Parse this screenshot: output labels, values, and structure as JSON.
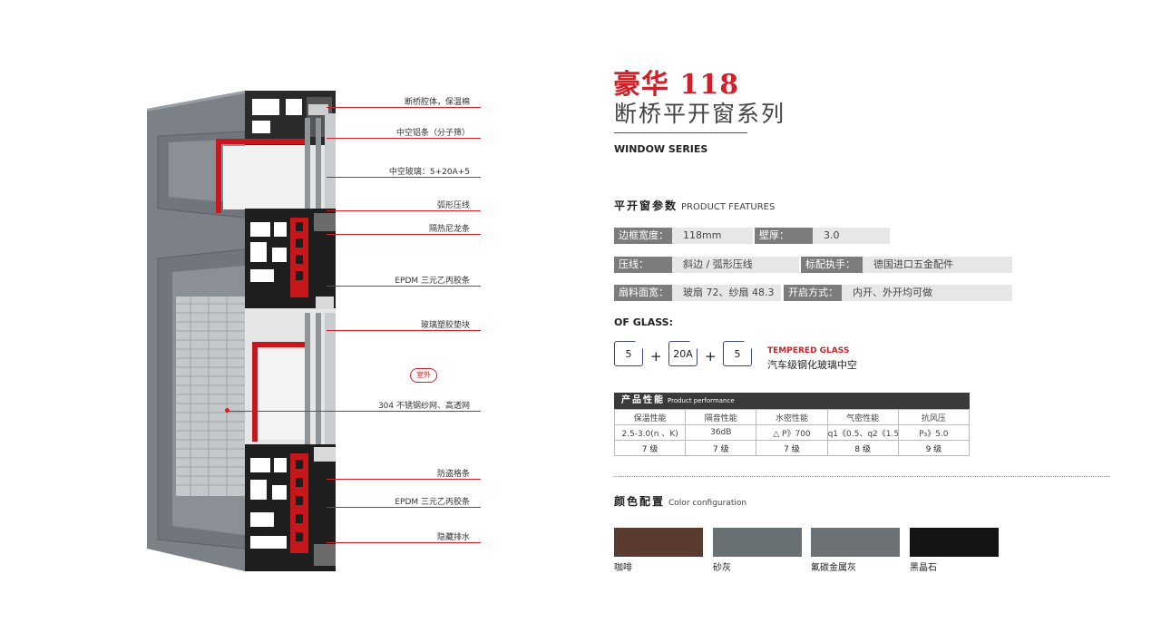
{
  "header": {
    "title_main": "豪华 118",
    "title_sub": "断桥平开窗系列",
    "series_en": "WINDOW SERIES"
  },
  "callouts": [
    "断桥腔体，保温棉",
    "中空铝条（分子筛）",
    "中空玻璃：5+20A+5",
    "弧形压线",
    "隔热尼龙条",
    "EPDM 三元乙丙胶条",
    "玻璃塑胶垫块",
    "304 不锈钢纱网、高透网",
    "防盗格条",
    "EPDM 三元乙丙胶条",
    "隐藏排水"
  ],
  "badge": "室外",
  "features": {
    "title_cn": "平开窗参数",
    "title_en": "PRODUCT FEATURES",
    "rows": [
      [
        {
          "key": "边框宽度：",
          "value": "118mm"
        },
        {
          "key": "壁厚：",
          "value": "3.0"
        }
      ],
      [
        {
          "key": "压线：",
          "value": "斜边 / 弧形压线"
        },
        {
          "key": "标配执手：",
          "value": "德国进口五金配件"
        }
      ],
      [
        {
          "key": "扇料面宽：",
          "value": "玻扇 72、纱扇 48.3"
        },
        {
          "key": "开启方式：",
          "value": "内开、外开均可做"
        }
      ]
    ]
  },
  "glass": {
    "title": "OF GLASS:",
    "parts": [
      "5",
      "20A",
      "5"
    ],
    "plus": "+",
    "type_en": "TEMPERED GLASS",
    "type_cn": "汽车级钢化玻璃中空"
  },
  "performance": {
    "title_cn": "产品性能",
    "title_en": "Product performance",
    "headers": [
      "保温性能",
      "隔音性能",
      "水密性能",
      "气密性能",
      "抗风压"
    ],
    "values": [
      "2.5-3.0(n 、K)",
      "36dB",
      "△ P》700",
      "q1《0.5、q2《1.5",
      "P₃》5.0"
    ],
    "grades": [
      "7 级",
      "7 级",
      "7 级",
      "8 级",
      "9 级"
    ]
  },
  "colors": {
    "title_cn": "颜色配置",
    "title_en": "Color configuration",
    "items": [
      {
        "name": "咖啡",
        "color": "#5b3a30"
      },
      {
        "name": "砂灰",
        "color": "#6a7175"
      },
      {
        "name": "氟碳金属灰",
        "color": "#6c7276"
      },
      {
        "name": "黑晶石",
        "color": "#141414"
      }
    ]
  },
  "palette": {
    "accent": "#d0202a",
    "frame": "#7a8187",
    "dark": "#1a1a1a"
  }
}
